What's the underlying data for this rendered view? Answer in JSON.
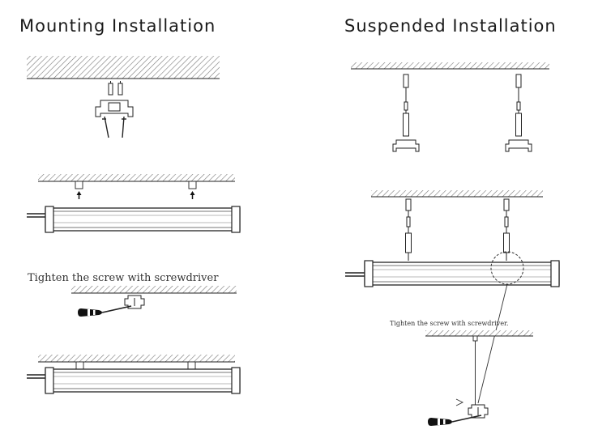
{
  "mounting": {
    "title": "Mounting Installation",
    "step3_caption": "Tighten the screw with screwdriver"
  },
  "suspended": {
    "title": "Suspended Installation",
    "step3_caption": "Tighten the screw with screwdriver."
  }
}
